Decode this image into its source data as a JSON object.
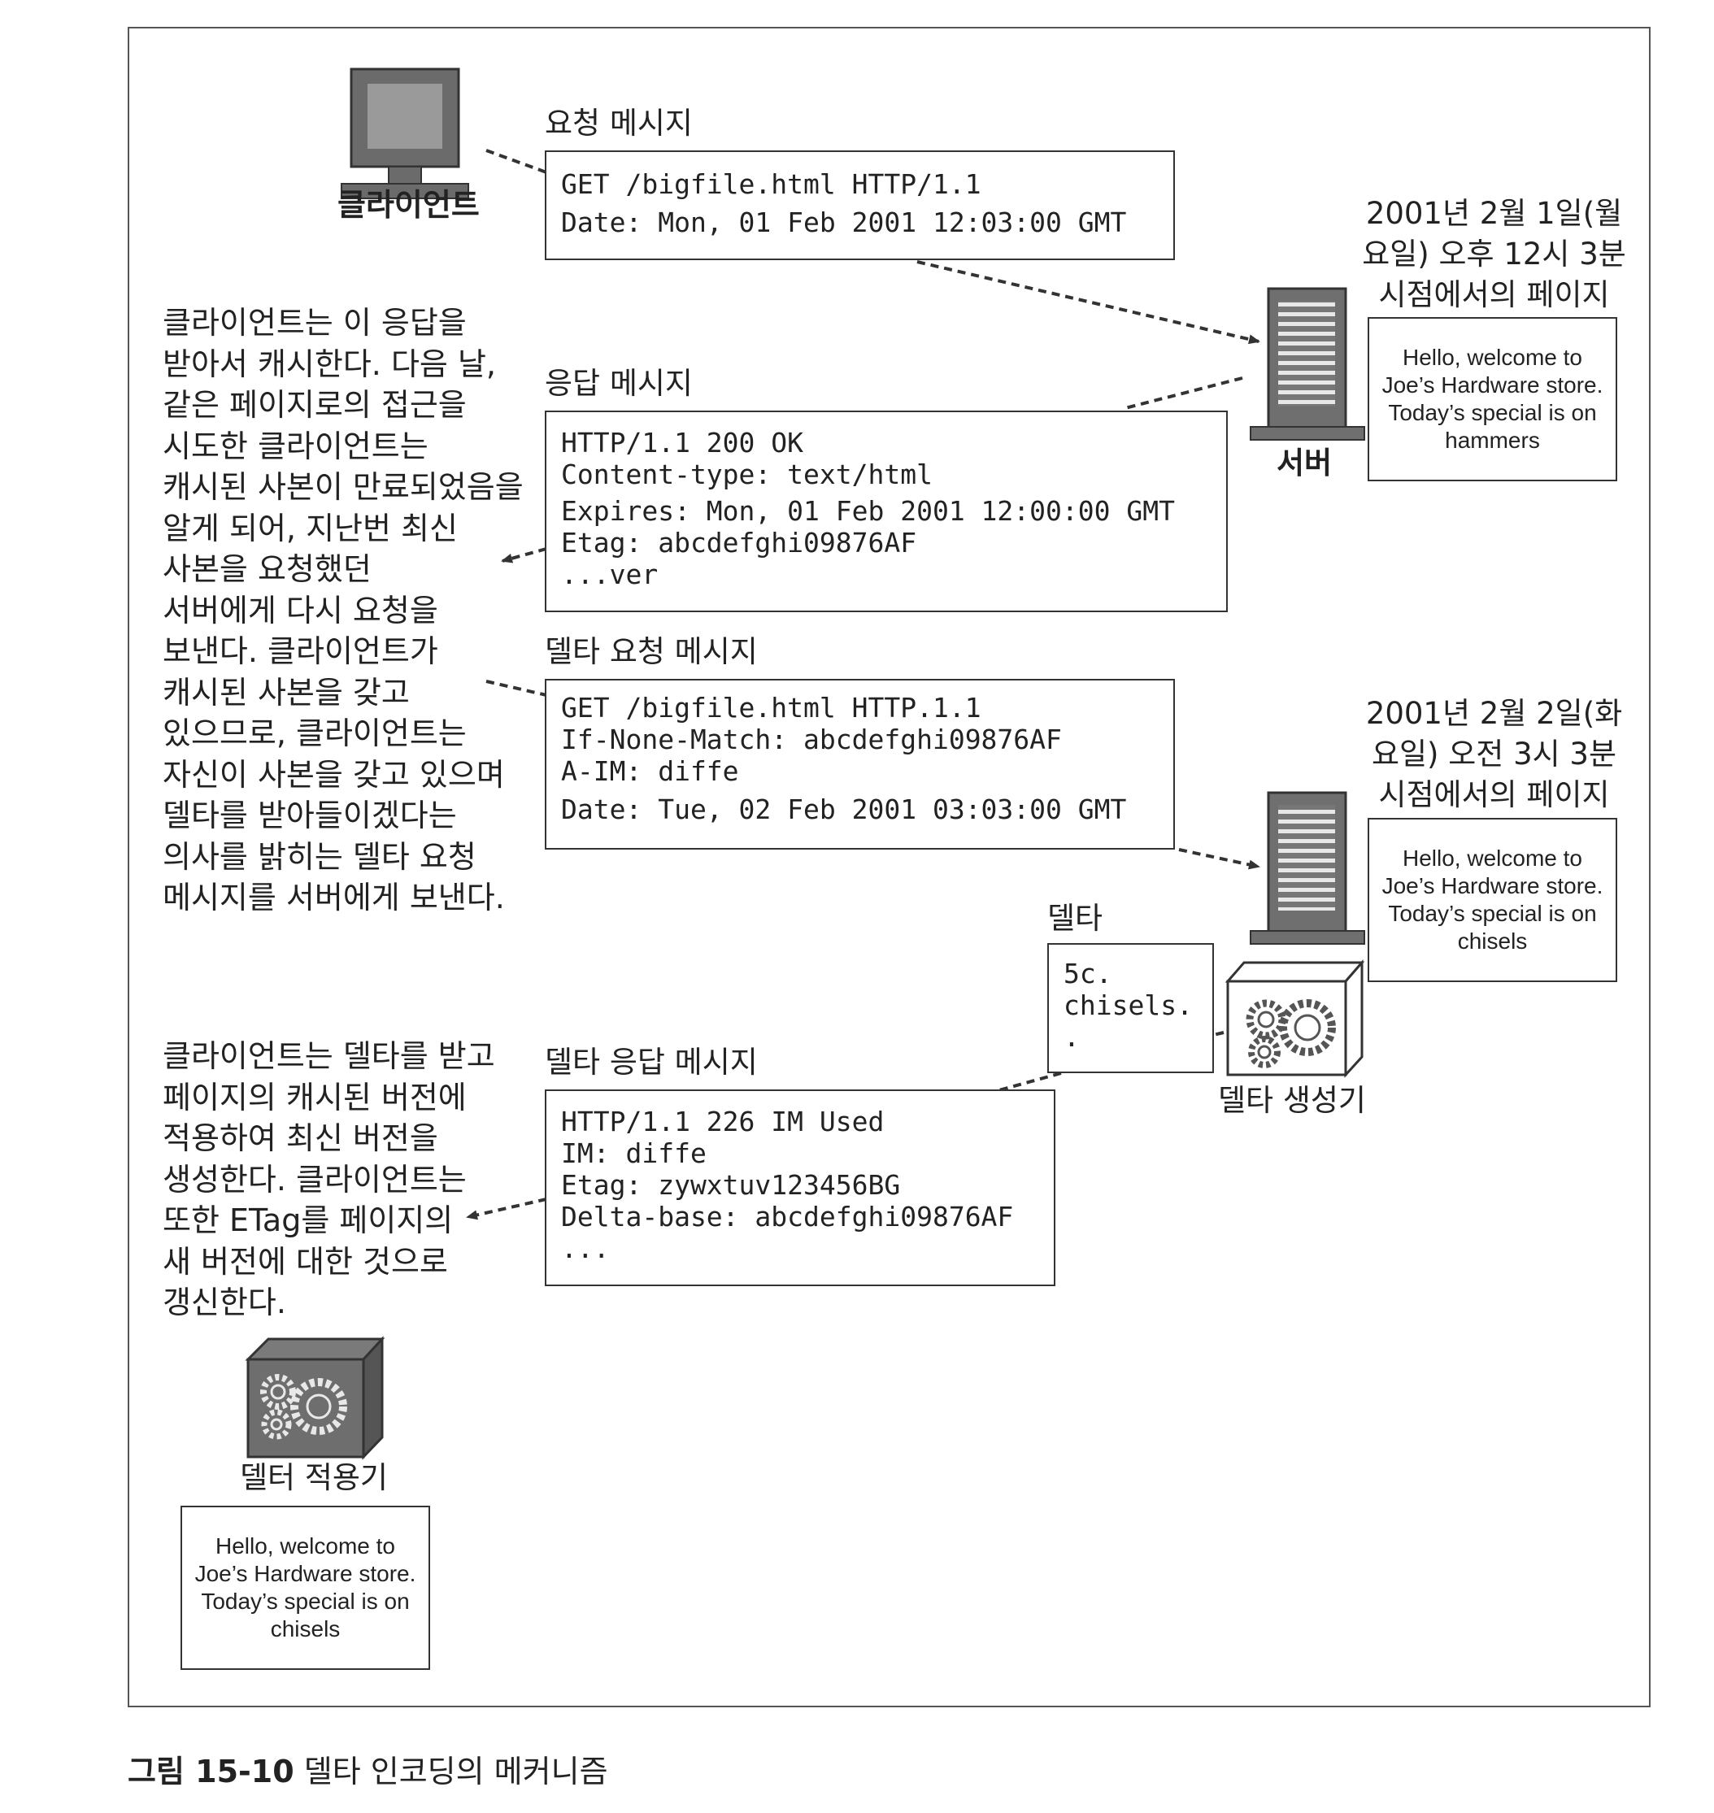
{
  "labels": {
    "client": "클라이언트",
    "server": "서버",
    "request_title": "요청 메시지",
    "response_title": "응답 메시지",
    "delta_request_title": "델타 요청 메시지",
    "delta_response_title": "델타 응답 메시지",
    "delta_title": "델타",
    "delta_generator": "델타 생성기",
    "delta_applier": "델터 적용기",
    "time1_line1": "2001년 2월 1일(월",
    "time1_line2": "요일) 오후 12시 3분",
    "time1_line3": "시점에서의 페이지",
    "time2_line1": "2001년 2월 2일(화",
    "time2_line2": "요일) 오전 3시 3분",
    "time2_line3": "시점에서의 페이지"
  },
  "messages": {
    "request": [
      "GET /bigfile.html HTTP/1.1",
      "Date: Mon, 01 Feb 2001 12:03:00 GMT"
    ],
    "response": [
      "HTTP/1.1 200 OK",
      "Content-type: text/html",
      "Expires: Mon, 01 Feb 2001 12:00:00 GMT",
      "Etag: abcdefghi09876AF",
      "...ver"
    ],
    "delta_request": [
      "GET /bigfile.html HTTP.1.1",
      "If-None-Match: abcdefghi09876AF",
      "A-IM: diffe",
      "Date: Tue, 02 Feb 2001 03:03:00 GMT"
    ],
    "delta": [
      "5c.",
      "chisels.",
      "."
    ],
    "delta_response": [
      "HTTP/1.1 226 IM Used",
      "IM: diffe",
      "Etag: zywxtuv123456BG",
      "Delta-base: abcdefghi09876AF",
      "..."
    ]
  },
  "pages": {
    "page1": [
      "Hello, welcome to",
      "Joe’s Hardware store.",
      "Today’s special is on",
      "hammers"
    ],
    "page2": [
      "Hello, welcome to",
      "Joe’s Hardware store.",
      "Today’s special is on",
      "chisels"
    ],
    "page3": [
      "Hello, welcome to",
      "Joe’s Hardware store.",
      "Today’s special is on",
      "chisels"
    ]
  },
  "descriptions": {
    "desc1": [
      "클라이언트는 이 응답을",
      "받아서 캐시한다. 다음 날,",
      "같은 페이지로의 접근을",
      "시도한 클라이언트는",
      "캐시된 사본이 만료되었음을",
      "알게 되어, 지난번 최신",
      "사본을 요청했던",
      "서버에게 다시 요청을",
      "보낸다. 클라이언트가",
      "캐시된 사본을 갖고",
      "있으므로, 클라이언트는",
      "자신이 사본을 갖고 있으며",
      "델타를 받아들이겠다는",
      "의사를 밝히는 델타 요청",
      "메시지를 서버에게 보낸다."
    ],
    "desc2": [
      "클라이언트는 델타를 받고",
      "페이지의 캐시된 버전에",
      "적용하여 최신 버전을",
      "생성한다. 클라이언트는",
      "또한 ETag를 페이지의",
      "새 버전에 대한 것으로",
      "갱신한다."
    ]
  },
  "caption": {
    "prefix": "그림 15-10",
    "text": " 델타 인코딩의 메커니즘"
  }
}
